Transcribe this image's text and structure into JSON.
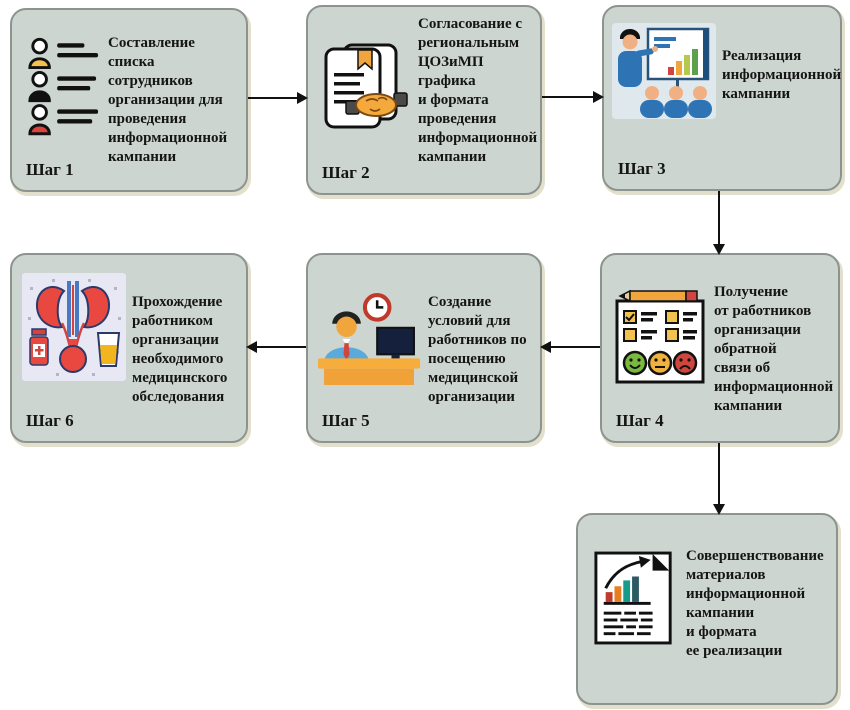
{
  "flow": {
    "steps": [
      {
        "label": "Шаг 1",
        "title": "Составление\nсписка сотрудников\nорганизации для\nпроведения\nинформационной\nкампании",
        "icon": "people-list-icon"
      },
      {
        "label": "Шаг 2",
        "title": "Согласование с\nрегиональным\nЦОЗиМП\nграфика\nи формата\nпроведения\nинформационной\nкампании",
        "icon": "document-handshake-icon"
      },
      {
        "label": "Шаг 3",
        "title": "Реализация\nинформационной\nкампании",
        "icon": "presentation-icon"
      },
      {
        "label": "Шаг 4",
        "title": "Получение\nот работников\nорганизации\nобратной\nсвязи об\nинформационной\nкампании",
        "icon": "feedback-form-icon"
      },
      {
        "label": "Шаг 5",
        "title": "Создание\nусловий для\nработников по\nпосещению\nмедицинской\nорганизации",
        "icon": "workplace-time-icon"
      },
      {
        "label": "Шаг 6",
        "title": "Прохождение\nработником\nорганизации\nнеобходимого\nмедицинского\nобследования",
        "icon": "medical-exam-icon"
      },
      {
        "label": "",
        "title": "Совершенствование\nматериалов\nинформационной\nкампании\nи формата\nее реализации",
        "icon": "report-improvement-icon"
      }
    ],
    "colors": {
      "box_fill": "#cdd5d1",
      "box_border": "#8d948f",
      "text": "#151515",
      "arrow": "#111111"
    }
  }
}
